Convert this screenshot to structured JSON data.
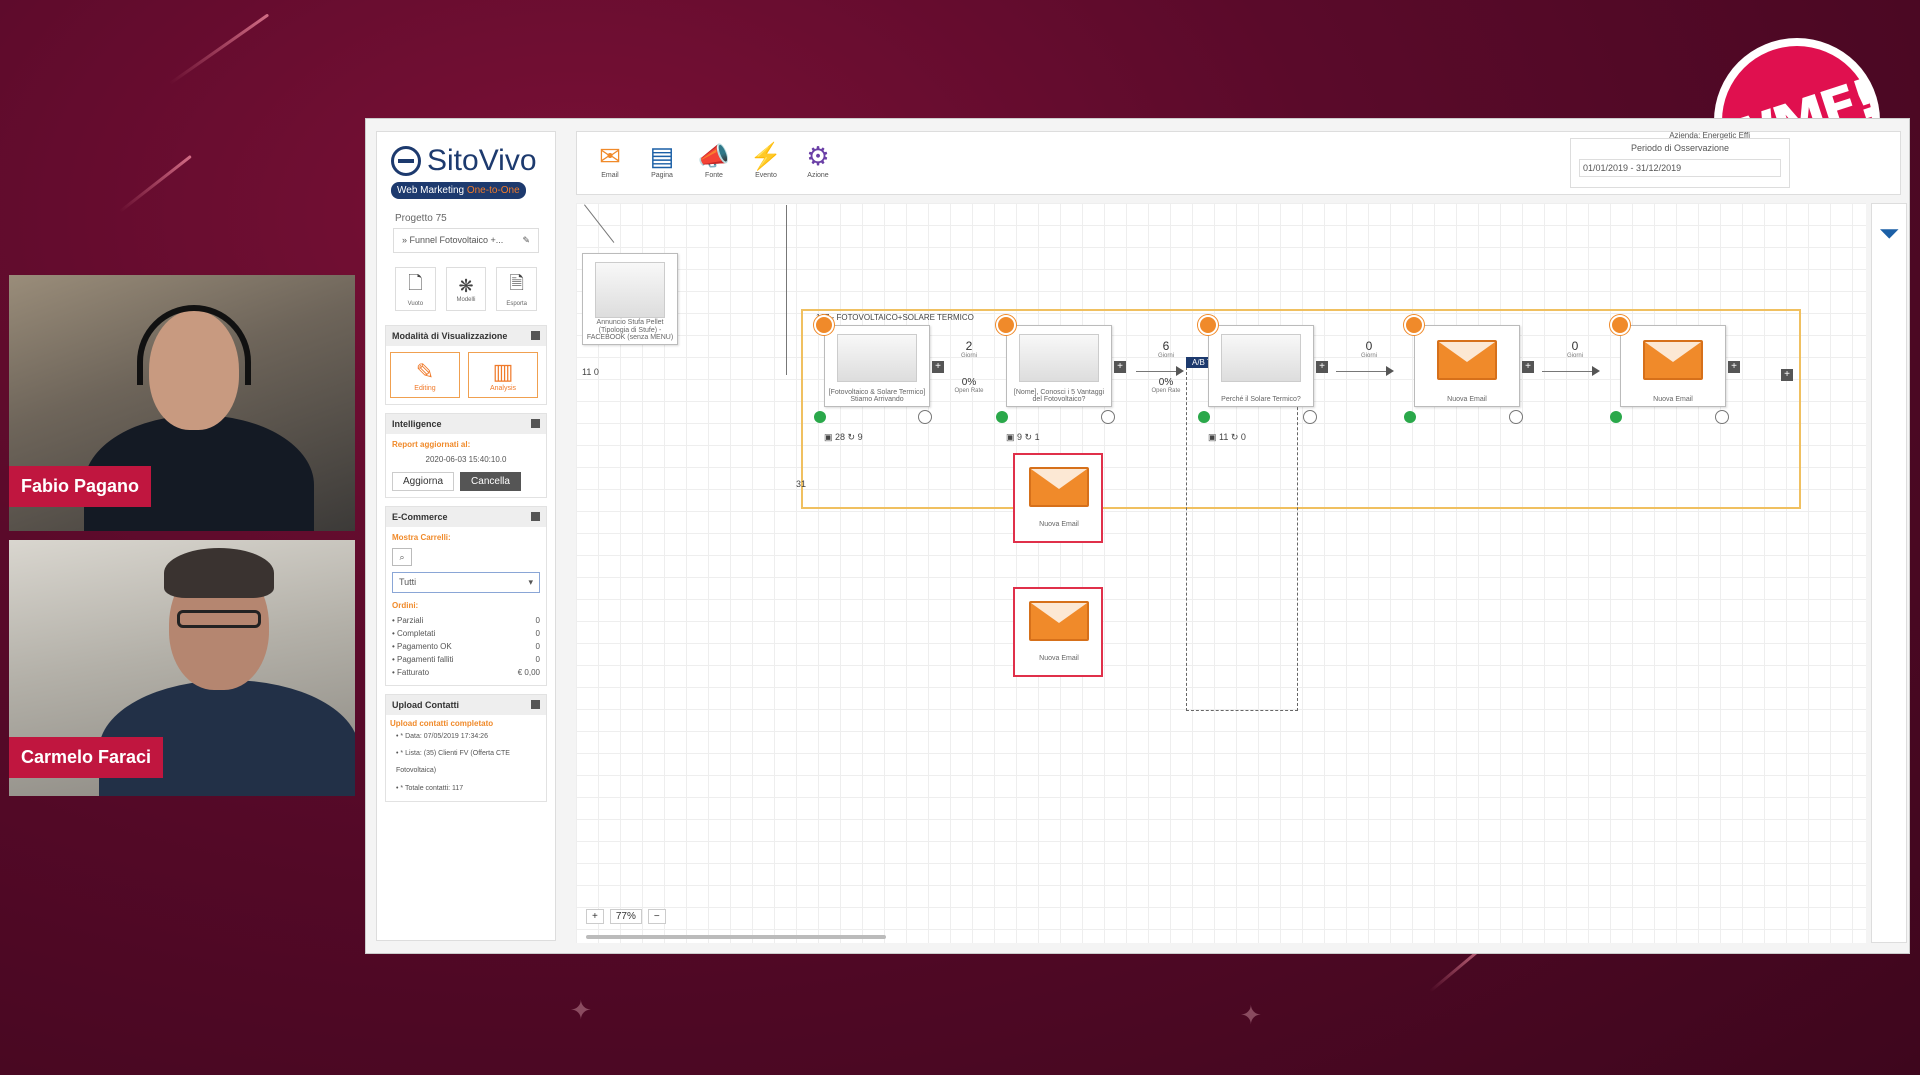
{
  "stream": {
    "speakers": [
      {
        "name": "Fabio Pagano"
      },
      {
        "name": "Carmelo Faraci"
      }
    ],
    "logo_text": "WMF!"
  },
  "app": {
    "brand": "SitoVivo",
    "tagline_main": "Web Marketing ",
    "tagline_hl": "One-to-One",
    "project_label": "Progetto 75",
    "project_select": "» Funnel Fotovoltaico +...",
    "top_icons": [
      {
        "label": "Vuoto",
        "icon": "blank-page-icon"
      },
      {
        "label": "Modelli",
        "icon": "models-icon"
      },
      {
        "label": "Esporta",
        "icon": "pdf-icon"
      }
    ],
    "panels": {
      "modalita": {
        "title": "Modalità di Visualizzazione",
        "editing": "Editing",
        "analysis": "Analysis"
      },
      "intelligence": {
        "title": "Intelligence",
        "report_label": "Report aggiornati al:",
        "report_date": "2020-06-03 15:40:10.0",
        "update_btn": "Aggiorna",
        "cancel_btn": "Cancella"
      },
      "ecommerce": {
        "title": "E-Commerce",
        "mostra": "Mostra Carrelli:",
        "select_value": "Tutti",
        "ordini": "Ordini:",
        "rows": [
          {
            "label": "• Parziali",
            "value": "0"
          },
          {
            "label": "• Completati",
            "value": "0"
          },
          {
            "label": "• Pagamento OK",
            "value": "0"
          },
          {
            "label": "• Pagamenti falliti",
            "value": "0"
          },
          {
            "label": "• Fatturato",
            "value": "€ 0,00"
          }
        ]
      },
      "upload": {
        "title": "Upload Contatti",
        "status": "Upload contatti completato",
        "lines": [
          "• * Data: 07/05/2019 17:34:26",
          "• * Lista: (35) Clienti FV (Offerta CTE",
          "Fotovoltaica)",
          "• * Totale contatti: 117"
        ]
      }
    },
    "toolbar": [
      {
        "label": "Email",
        "icon": "envelope-icon"
      },
      {
        "label": "Pagina",
        "icon": "page-icon"
      },
      {
        "label": "Fonte",
        "icon": "megaphone-icon"
      },
      {
        "label": "Evento",
        "icon": "lightning-icon"
      },
      {
        "label": "Azione",
        "icon": "gears-icon"
      }
    ],
    "company_label": "Azienda: Energetic Effi",
    "period": {
      "title": "Periodo di Osservazione",
      "value": "01/01/2019 - 31/12/2019"
    },
    "zoom": "77%",
    "flow": {
      "source_node": {
        "label": "Annuncio Stufa Pellet (Tipologia di Stufe) - FACEBOOK (senza MENU)",
        "counts": "11  0"
      },
      "group_title": "107 - FOTOVOLTAICO+SOLARE TERMICO",
      "group_count": "31",
      "ab_label": "A/B Test",
      "nodes": [
        {
          "label": "[Fotovoltaico & Solare Termico] Stiamo Arrivando",
          "counts_a": "28",
          "counts_b": "9"
        },
        {
          "label": "[Nome], Conosci i 5 Vantaggi del Fotovoltaico?",
          "counts_a": "9",
          "counts_b": "1"
        },
        {
          "label": "Perché il Solare Termico?",
          "counts_a": "11",
          "counts_b": "0"
        },
        {
          "label": "Nuova Email"
        },
        {
          "label": "Nuova Email"
        }
      ],
      "ab_nodes": [
        {
          "label": "Nuova Email"
        },
        {
          "label": "Nuova Email"
        }
      ],
      "links": [
        {
          "value": "2",
          "caption": "Giorni",
          "pct": "0%",
          "pct_caption": "Open Rate"
        },
        {
          "value": "6",
          "caption": "Giorni",
          "pct": "0%",
          "pct_caption": "Open Rate"
        },
        {
          "value": "0",
          "caption": "Giorni"
        },
        {
          "value": "0",
          "caption": "Giorni"
        }
      ]
    }
  },
  "colors": {
    "accent": "#f08a2a",
    "brand": "#1d3a6e",
    "stream_bg": "#5a0a2a",
    "name_tag": "#c0163f"
  }
}
